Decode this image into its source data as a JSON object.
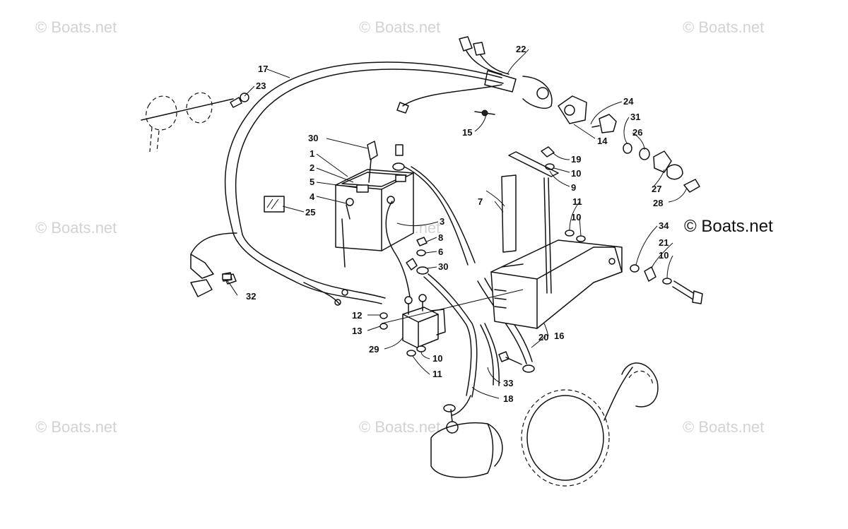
{
  "watermarks": {
    "site": "© Boats.net"
  },
  "callouts": {
    "c1": "1",
    "c2": "2",
    "c3": "3",
    "c4": "4",
    "c5": "5",
    "c6": "6",
    "c7": "7",
    "c8": "8",
    "c9": "9",
    "c10a": "10",
    "c10b": "10",
    "c10c": "10",
    "c10d": "10",
    "c11a": "11",
    "c11b": "11",
    "c12": "12",
    "c13": "13",
    "c14": "14",
    "c15": "15",
    "c16": "16",
    "c17": "17",
    "c18": "18",
    "c19": "19",
    "c20": "20",
    "c21": "21",
    "c22": "22",
    "c23": "23",
    "c24": "24",
    "c25": "25",
    "c26": "26",
    "c27": "27",
    "c28": "28",
    "c29": "29",
    "c30a": "30",
    "c30b": "30",
    "c31": "31",
    "c32": "32",
    "c33": "33",
    "c34": "34"
  }
}
